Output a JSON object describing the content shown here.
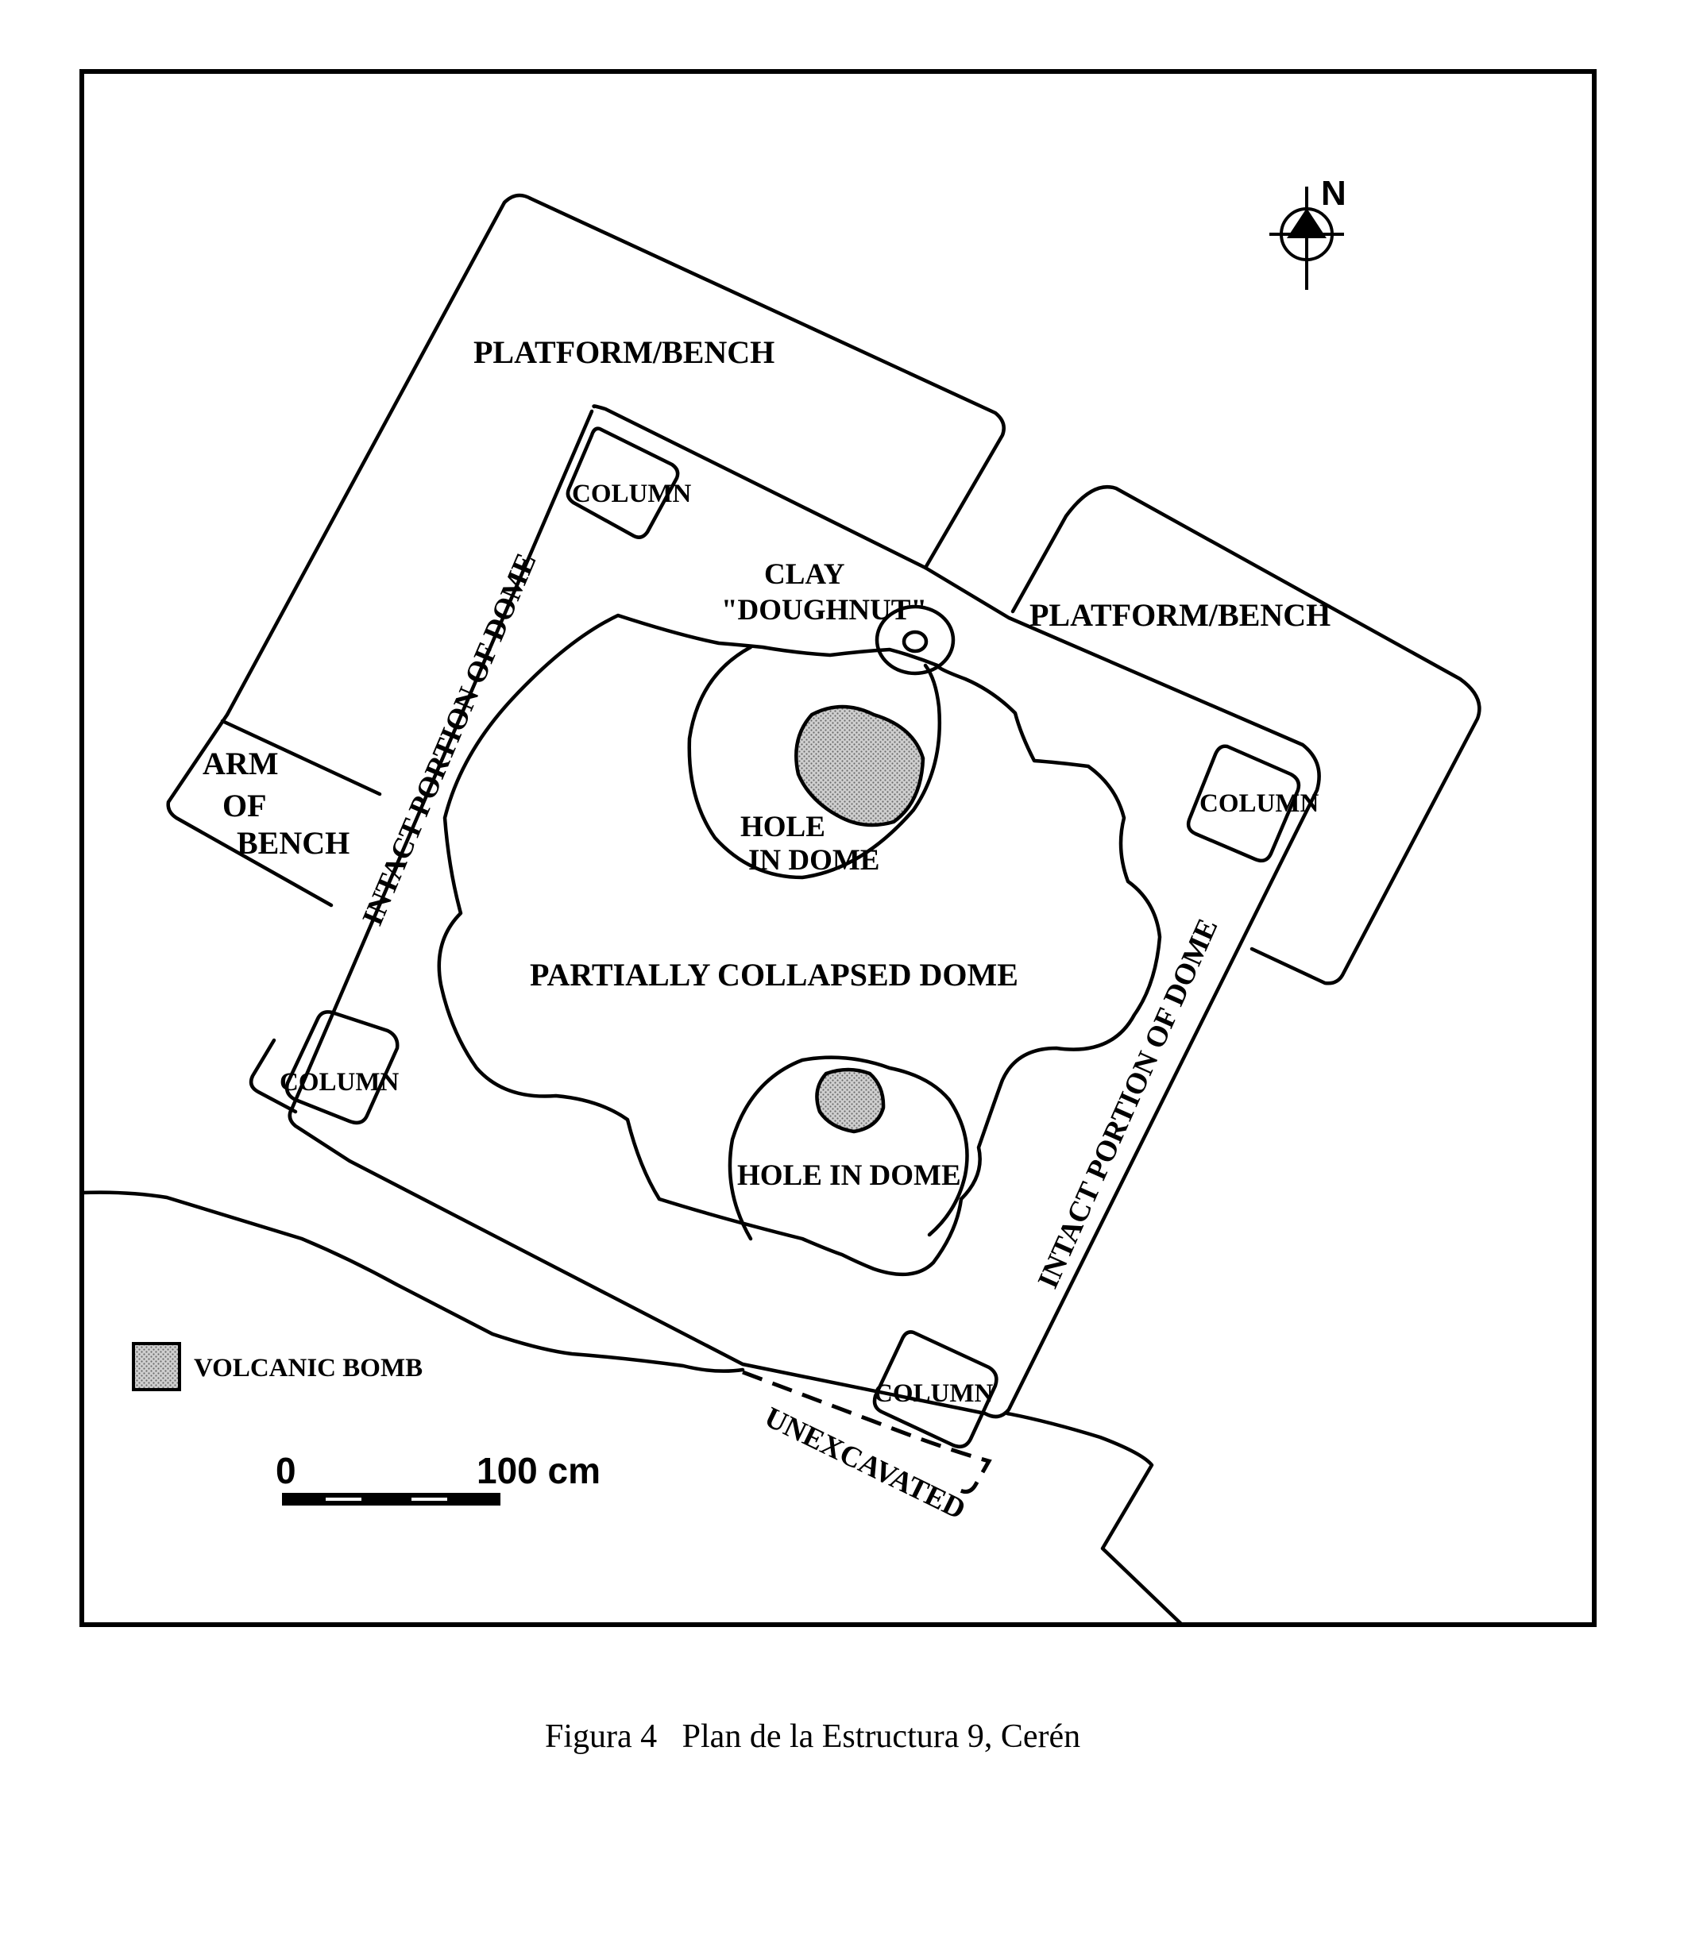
{
  "labels": {
    "platform_bench_nw": "PLATFORM/BENCH",
    "platform_bench_ne": "PLATFORM/BENCH",
    "column_nw": "COLUMN",
    "column_ne": "COLUMN",
    "column_sw": "COLUMN",
    "column_se": "COLUMN",
    "clay": "CLAY",
    "doughnut": "\"DOUGHNUT\"",
    "arm_of_bench": [
      "ARM",
      "OF",
      "BENCH"
    ],
    "intact_portion_w": "INTACT PORTION OF DOME",
    "intact_portion_e": "INTACT PORTION OF DOME",
    "hole_in_dome_n": [
      "HOLE",
      "IN DOME"
    ],
    "hole_in_dome_s": "HOLE IN DOME",
    "partially_collapsed_dome": "PARTIALLY COLLAPSED DOME",
    "unexcavated": "UNEXCAVATED"
  },
  "north_arrow": {
    "label": "N",
    "icon": "north-arrow-icon"
  },
  "legend": {
    "swatch": "stippled-gray",
    "label": "VOLCANIC BOMB"
  },
  "scale_bar": {
    "start_label": "0",
    "end_label": "100 cm"
  },
  "caption": "Figura 4   Plan de la Estructura 9, Cerén"
}
